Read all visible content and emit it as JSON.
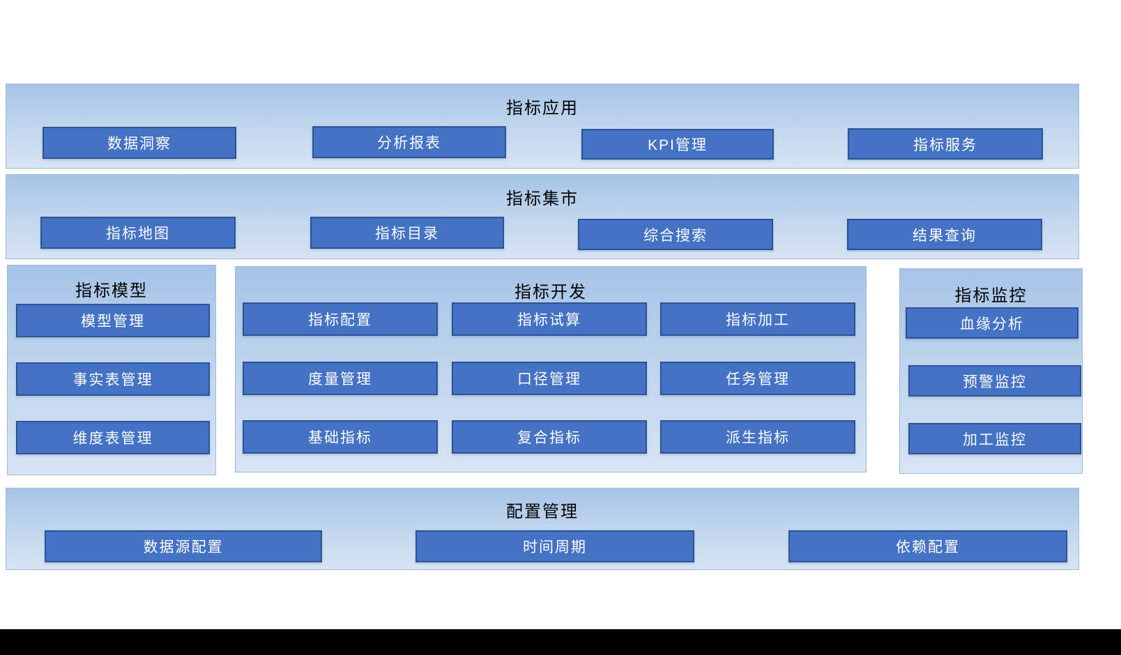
{
  "sections": {
    "app": {
      "title": "指标应用",
      "items": [
        {
          "label": "数据洞察"
        },
        {
          "label": "分析报表"
        },
        {
          "label": "KPI管理"
        },
        {
          "label": "指标服务"
        }
      ]
    },
    "market": {
      "title": "指标集市",
      "items": [
        {
          "label": "指标地图"
        },
        {
          "label": "指标目录"
        },
        {
          "label": "综合搜索"
        },
        {
          "label": "结果查询"
        }
      ]
    },
    "model": {
      "title": "指标模型",
      "items": [
        {
          "label": "模型管理"
        },
        {
          "label": "事实表管理"
        },
        {
          "label": "维度表管理"
        }
      ]
    },
    "develop": {
      "title": "指标开发",
      "items": [
        {
          "label": "指标配置"
        },
        {
          "label": "指标试算"
        },
        {
          "label": "指标加工"
        },
        {
          "label": "度量管理"
        },
        {
          "label": "口径管理"
        },
        {
          "label": "任务管理"
        },
        {
          "label": "基础指标"
        },
        {
          "label": "复合指标"
        },
        {
          "label": "派生指标"
        }
      ]
    },
    "monitor": {
      "title": "指标监控",
      "items": [
        {
          "label": "血缘分析"
        },
        {
          "label": "预警监控"
        },
        {
          "label": "加工监控"
        }
      ]
    },
    "config": {
      "title": "配置管理",
      "items": [
        {
          "label": "数据源配置"
        },
        {
          "label": "时间周期"
        },
        {
          "label": "依赖配置"
        }
      ]
    }
  },
  "colors": {
    "panel_top": "#a6c4e7",
    "panel_bottom": "#d7e4f4",
    "button_fill": "#4472c4",
    "button_border": "#2e5395",
    "button_text": "#ffffff",
    "title_text": "#000000",
    "bottom_bar": "#000000"
  }
}
